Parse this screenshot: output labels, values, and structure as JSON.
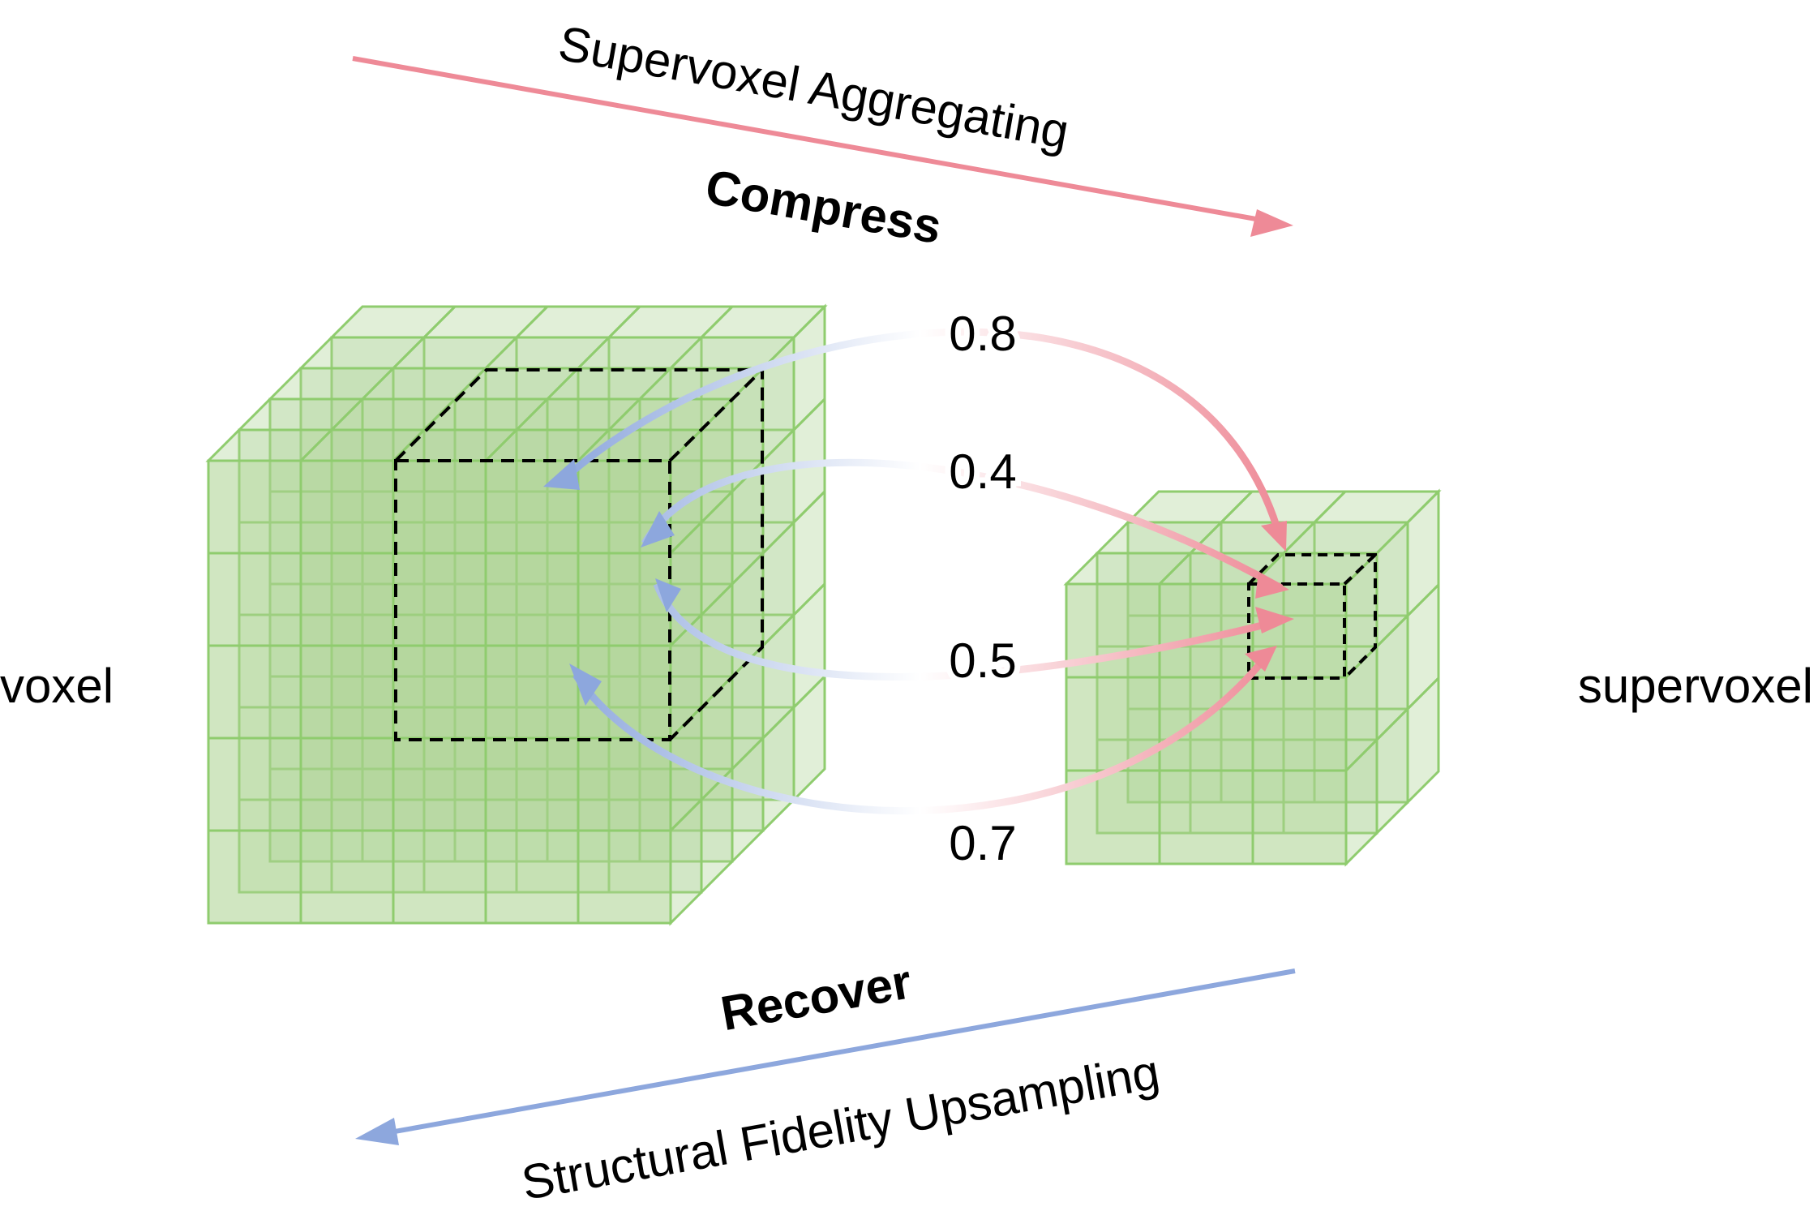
{
  "labels": {
    "top_process": "Supervoxel Aggregating",
    "top_action": "Compress",
    "bottom_action": "Recover",
    "bottom_process": "Structural Fidelity Upsampling",
    "left_cube": "voxel",
    "right_cube": "supervoxel"
  },
  "weights": [
    "0.8",
    "0.4",
    "0.5",
    "0.7"
  ],
  "colors": {
    "compress_arrow": "#ee8a97",
    "recover_arrow": "#8da7dd",
    "cube_face": "#a9d18e",
    "cube_edge": "#8fcc6e",
    "text": "#000000"
  }
}
